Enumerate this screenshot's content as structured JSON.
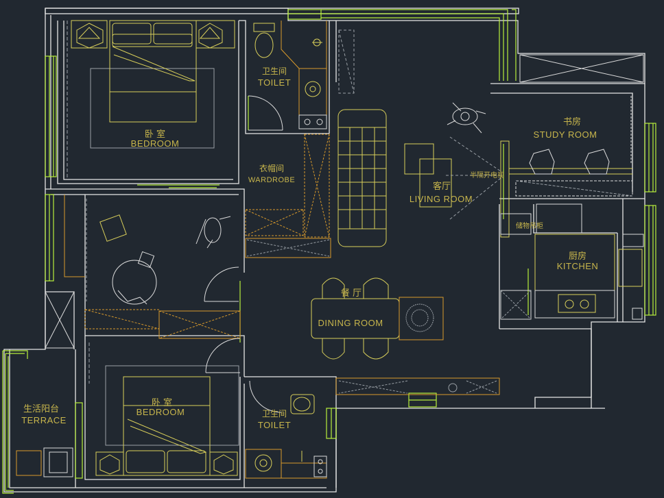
{
  "rooms": {
    "bedroom_top": {
      "zh": "卧 室",
      "en": "BEDROOM"
    },
    "toilet_top": {
      "zh": "卫生间",
      "en": "TOILET"
    },
    "wardrobe": {
      "zh": "衣帽间",
      "en": "WARDROBE"
    },
    "living": {
      "zh": "客厅",
      "en": "LIVING ROOM"
    },
    "study": {
      "zh": "书房",
      "en": "STUDY ROOM"
    },
    "partition_label": "半隔开电视",
    "storage_label": "储物吊柜",
    "kitchen": {
      "zh": "厨房",
      "en": "KITCHEN"
    },
    "dining": {
      "zh": "餐 厅",
      "en": "DINING ROOM"
    },
    "terrace": {
      "zh": "生活阳台",
      "en": "TERRACE"
    },
    "bedroom_bottom": {
      "zh": "卧 室",
      "en": "BEDROOM"
    },
    "toilet_bottom": {
      "zh": "卫生间",
      "en": "TOILET"
    }
  },
  "colors": {
    "background": "#212830",
    "wall": "#e6e6e6",
    "furniture": "#d9cf5a",
    "cabinet": "#d99a2b",
    "window": "#b8ef3c",
    "label": "#c8b64c"
  }
}
